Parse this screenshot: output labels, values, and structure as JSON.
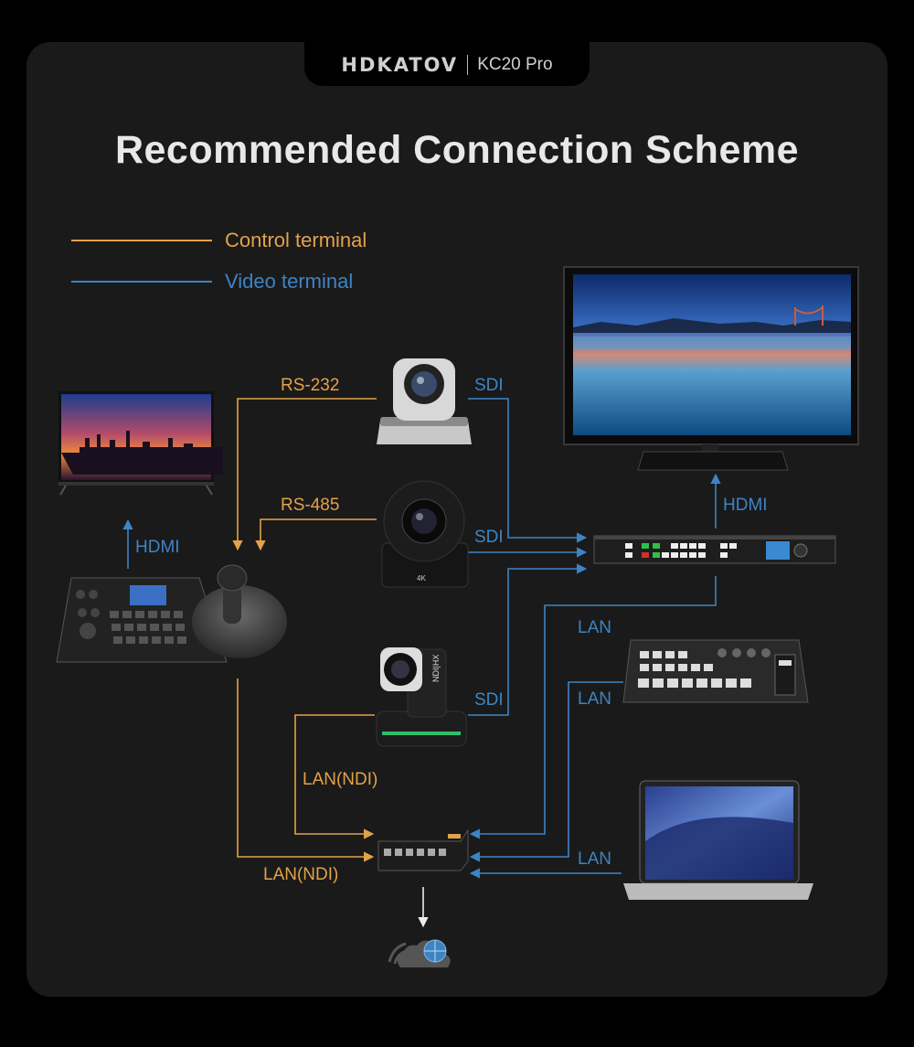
{
  "header": {
    "brand": "HDKATOV",
    "model": "KC20 Pro"
  },
  "title": "Recommended Connection Scheme",
  "legend": [
    {
      "label": "Control terminal",
      "color": "#e2a24a"
    },
    {
      "label": "Video terminal",
      "color": "#3d84c4"
    }
  ],
  "connections": {
    "rs232": "RS-232",
    "rs485": "RS-485",
    "sdi_top": "SDI",
    "sdi_mid": "SDI",
    "sdi_bottom": "SDI",
    "hdmi_left": "HDMI",
    "hdmi_right": "HDMI",
    "lan_switcher": "LAN",
    "lan_panel": "LAN",
    "lan_laptop": "LAN",
    "lan_ndi_camera": "LAN(NDI)",
    "lan_ndi_controller": "LAN(NDI)"
  },
  "device_text": {
    "camera_badge": "4K",
    "ndi_badge": "NDI|HX"
  },
  "colors": {
    "control": "#e2a24a",
    "video": "#3d84c4",
    "background": "#1a1a1a"
  }
}
